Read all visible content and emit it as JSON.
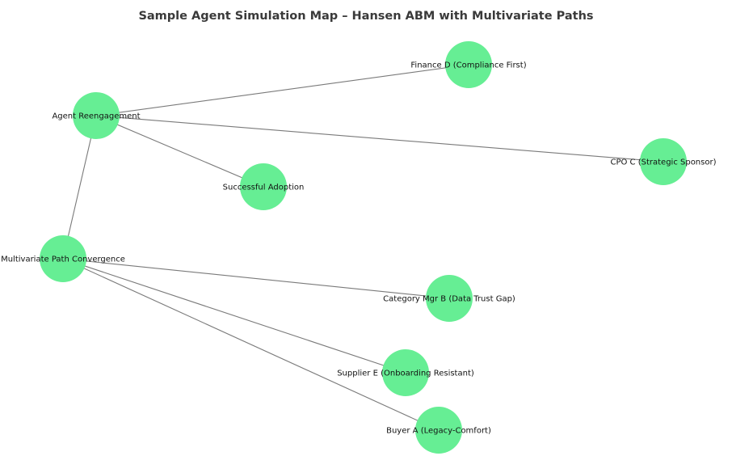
{
  "title": "Sample Agent Simulation Map – Hansen ABM with Multivariate Paths",
  "colors": {
    "node": "#66ee94",
    "edge": "#7a7a7a",
    "label": "#111111",
    "title": "#3a3a3a"
  },
  "nodes": [
    {
      "id": "agent_reengagement",
      "label": "Agent Reengagement"
    },
    {
      "id": "finance_d",
      "label": "Finance D (Compliance First)"
    },
    {
      "id": "cpo_c",
      "label": "CPO C (Strategic Sponsor)"
    },
    {
      "id": "successful_adoption",
      "label": "Successful Adoption"
    },
    {
      "id": "multivariate",
      "label": "Multivariate Path Convergence"
    },
    {
      "id": "category_b",
      "label": "Category Mgr B (Data Trust Gap)"
    },
    {
      "id": "supplier_e",
      "label": "Supplier E (Onboarding Resistant)"
    },
    {
      "id": "buyer_a",
      "label": "Buyer A (Legacy-Comfort)"
    }
  ],
  "edges": [
    {
      "source": "agent_reengagement",
      "target": "finance_d"
    },
    {
      "source": "agent_reengagement",
      "target": "cpo_c"
    },
    {
      "source": "agent_reengagement",
      "target": "successful_adoption"
    },
    {
      "source": "agent_reengagement",
      "target": "multivariate"
    },
    {
      "source": "multivariate",
      "target": "category_b"
    },
    {
      "source": "multivariate",
      "target": "supplier_e"
    },
    {
      "source": "multivariate",
      "target": "buyer_a"
    }
  ]
}
